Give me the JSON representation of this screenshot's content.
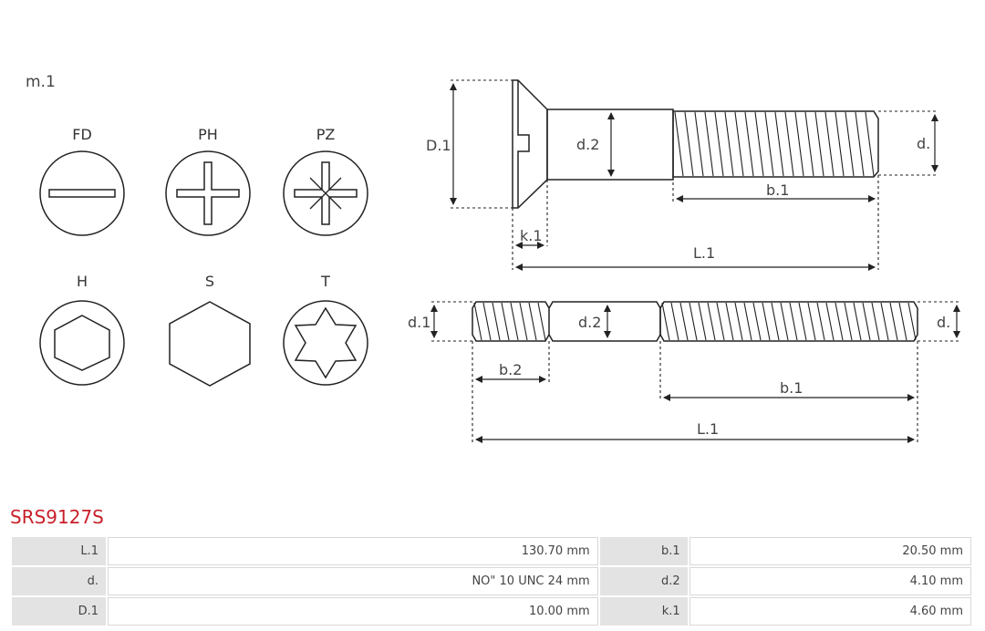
{
  "diagram": {
    "material_label": "m.1",
    "heads": [
      {
        "code": "FD"
      },
      {
        "code": "PH"
      },
      {
        "code": "PZ"
      },
      {
        "code": "H"
      },
      {
        "code": "S"
      },
      {
        "code": "T"
      }
    ],
    "screw1": {
      "D1": "D.1",
      "d2": "d.2",
      "d": "d.",
      "b1": "b.1",
      "k1": "k.1",
      "L1": "L.1"
    },
    "screw2": {
      "d1": "d.1",
      "d2": "d.2",
      "d": "d.",
      "b2": "b.2",
      "b1": "b.1",
      "L1": "L.1"
    }
  },
  "part_code": "SRS9127S",
  "specs": [
    [
      {
        "key": "L.1",
        "value": "130.70 mm"
      },
      {
        "key": "b.1",
        "value": "20.50 mm"
      }
    ],
    [
      {
        "key": "d.",
        "value": "NO\" 10 UNC 24 mm"
      },
      {
        "key": "d.2",
        "value": "4.10 mm"
      }
    ],
    [
      {
        "key": "D.1",
        "value": "10.00 mm"
      },
      {
        "key": "k.1",
        "value": "4.60 mm"
      }
    ]
  ],
  "colors": {
    "title": "#c8202a",
    "key_cell": "#e3e3e3",
    "line": "#222222"
  }
}
